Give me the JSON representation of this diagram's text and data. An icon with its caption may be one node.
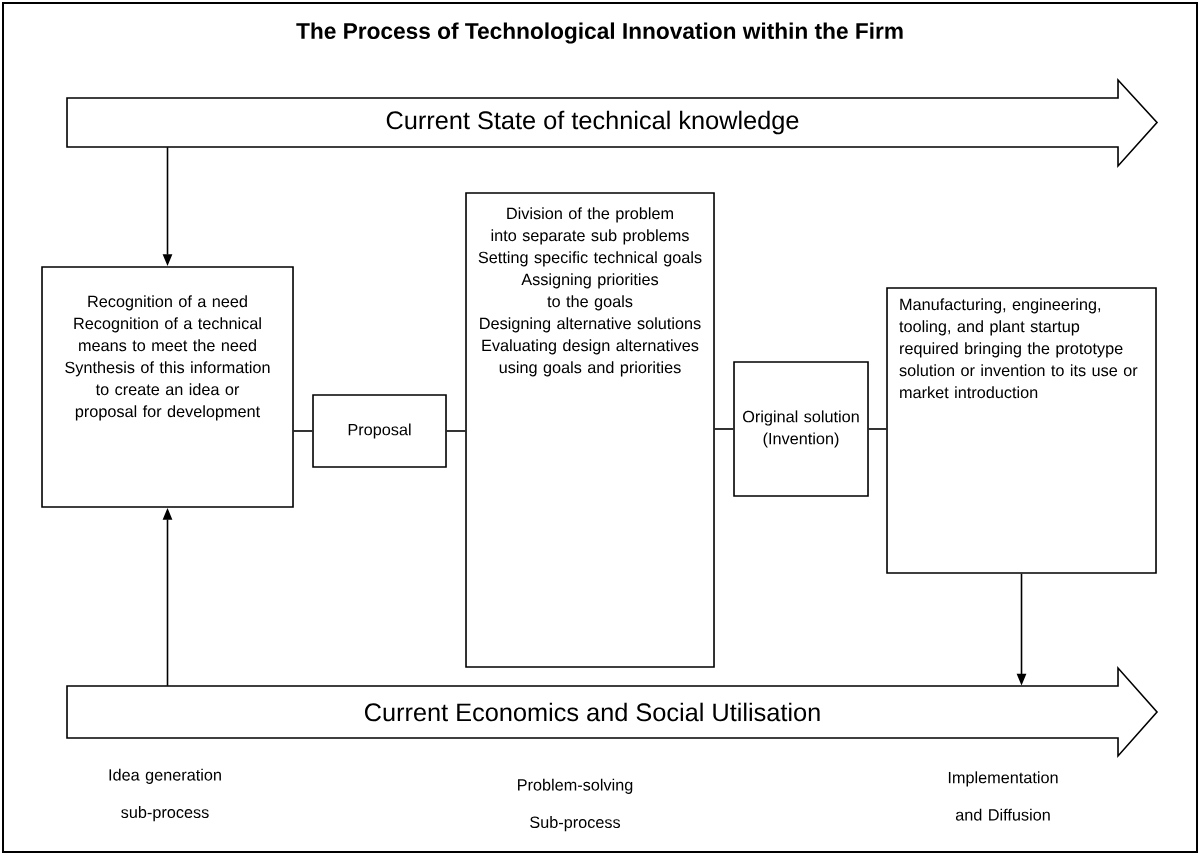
{
  "diagram": {
    "title": "The Process of Technological Innovation within the Firm",
    "nodes": [
      {
        "text": [
          "Current State of technical knowledge"
        ]
      },
      {
        "text": [
          "Recognition of a need",
          "Recognition of a technical means to meet the need",
          "Synthesis of this information to create an idea or proposal for development"
        ]
      },
      {
        "text": [
          "Proposal"
        ]
      },
      {
        "text": [
          "Division of the problem into separate sub problems",
          "Setting specific technical goals",
          "Assigning priorities to the goals",
          "Designing alternative solutions",
          "Evaluating design alternatives using goals and priorities"
        ]
      },
      {
        "text": [
          "Original solution (Invention)"
        ]
      },
      {
        "text": [
          "Manufacturing, engineering, tooling, and plant startup required bringing the prototype solution or invention to its use or market introduction"
        ]
      },
      {
        "text": [
          "Current Economics and Social Utilisation"
        ]
      }
    ],
    "edges": [
      {
        "from": 0,
        "to": 1,
        "arrow": "to"
      },
      {
        "from": 6,
        "to": 1,
        "arrow": "to"
      },
      {
        "from": 1,
        "to": 2,
        "arrow": "none"
      },
      {
        "from": 2,
        "to": 3,
        "arrow": "none"
      },
      {
        "from": 3,
        "to": 4,
        "arrow": "none"
      },
      {
        "from": 4,
        "to": 5,
        "arrow": "none"
      },
      {
        "from": 5,
        "to": 6,
        "arrow": "to"
      }
    ],
    "labels": [
      "Idea generation sub-process",
      "Problem-solving Sub-process",
      "Implementation and Diffusion"
    ]
  }
}
